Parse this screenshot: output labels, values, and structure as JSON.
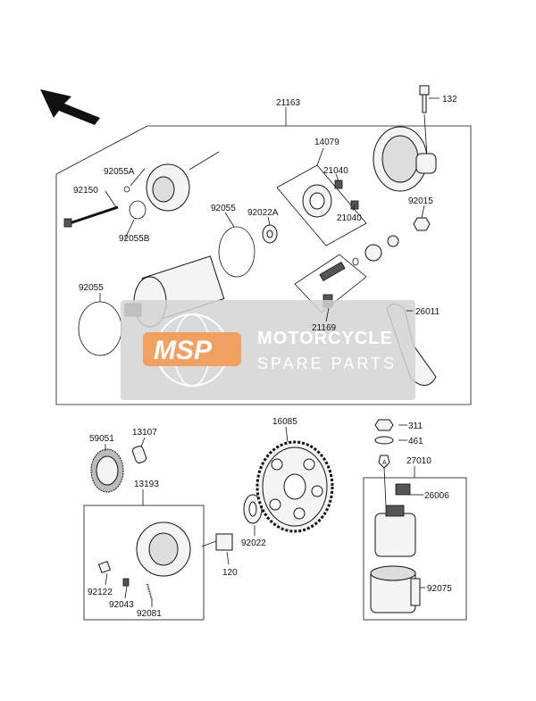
{
  "parts": {
    "p21163": "21163",
    "p132": "132",
    "p14079": "14079",
    "p92055A": "92055A",
    "p21040a": "21040",
    "p92150": "92150",
    "p92055_top": "92055",
    "p92022A": "92022A",
    "p21040b": "21040",
    "p92015": "92015",
    "p92055B": "92055B",
    "p92055_left": "92055",
    "p26011": "26011",
    "p21169": "21169",
    "p16085": "16085",
    "p311": "311",
    "p59051": "59051",
    "p13107": "13107",
    "p461": "461",
    "p27010": "27010",
    "pA": "A",
    "p13193": "13193",
    "p26006": "26006",
    "p92022": "92022",
    "p120": "120",
    "p92075": "92075",
    "p92122": "92122",
    "p92043": "92043",
    "p92081": "92081"
  },
  "watermark": {
    "logo": "MSP",
    "title": "MOTORCYCLE",
    "subtitle": "SPARE PARTS"
  },
  "colors": {
    "watermark_panel": "#d4d4d4",
    "watermark_logo": "#f0a060",
    "line": "#111111"
  }
}
